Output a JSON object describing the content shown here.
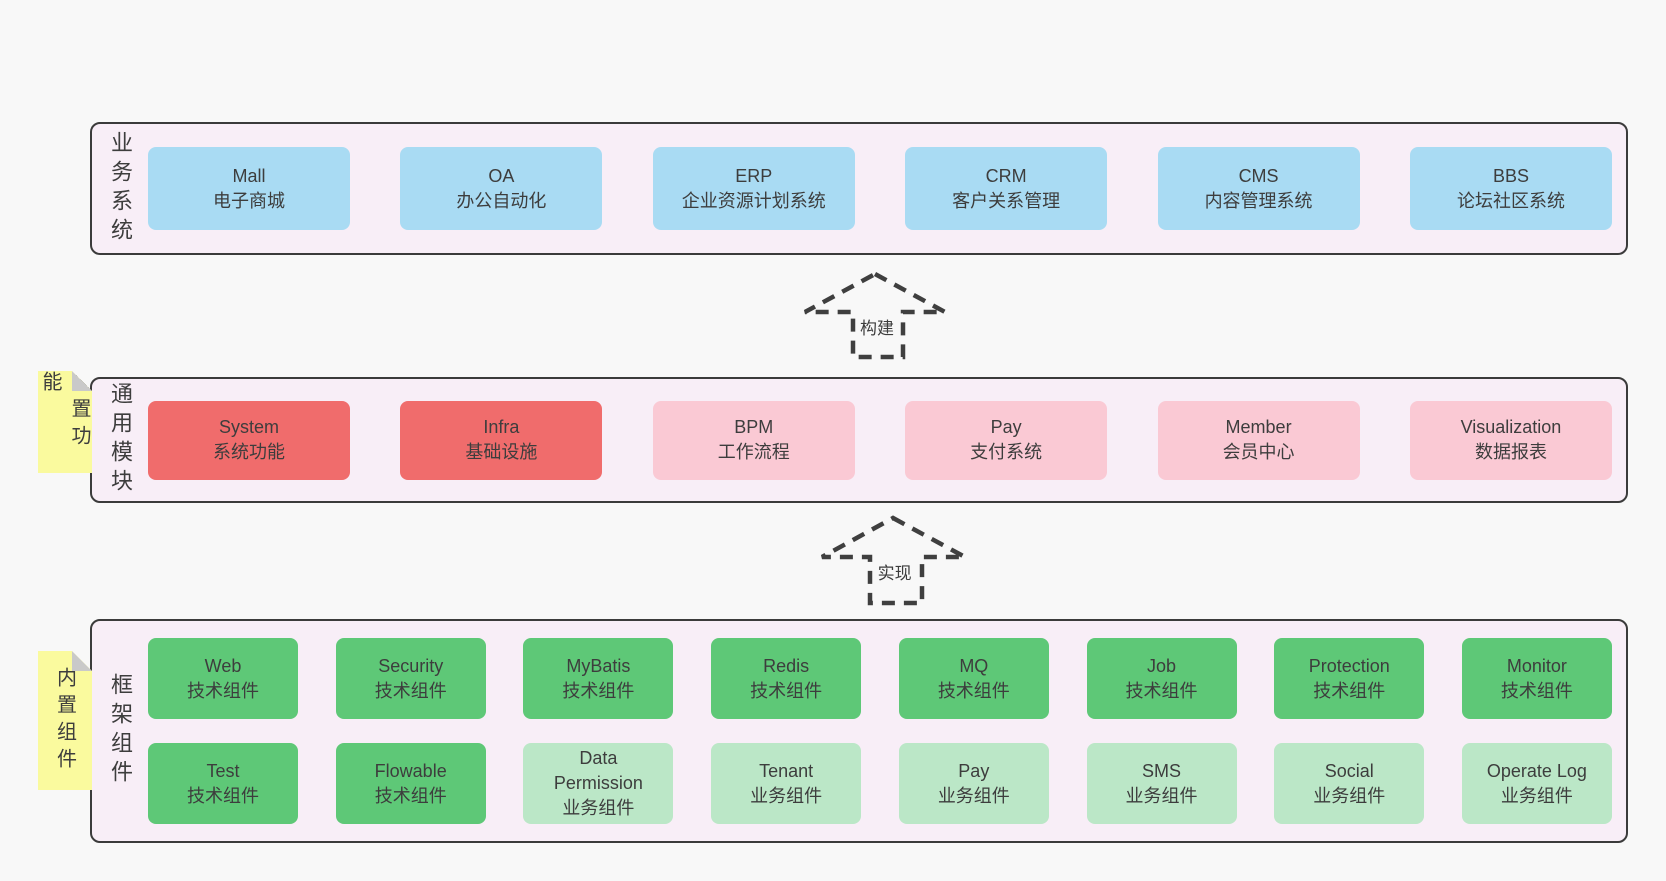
{
  "palette": {
    "page-bg": "#f8f8f8",
    "band-bg": "#f8eef7",
    "band-border": "#3b3b3b",
    "box-blue": "#a9dbf3",
    "box-red": "#f06c6c",
    "box-pink": "#fac9d4",
    "box-green": "#5ec877",
    "box-green-light": "#bbe7c7",
    "note-yellow": "#fafa9e",
    "note-fold": "#c9c9c9",
    "text": "#3d3d3d",
    "arrow": "#3f3f3f"
  },
  "bands": [
    {
      "label": "业务系统",
      "boxes": [
        {
          "name": "Mall",
          "desc": "电子商城"
        },
        {
          "name": "OA",
          "desc": "办公自动化"
        },
        {
          "name": "ERP",
          "desc": "企业资源计划系统"
        },
        {
          "name": "CRM",
          "desc": "客户关系管理"
        },
        {
          "name": "CMS",
          "desc": "内容管理系统"
        },
        {
          "name": "BBS",
          "desc": "论坛社区系统"
        }
      ]
    },
    {
      "label": "通用模块",
      "note": "内置功能",
      "boxes": [
        {
          "name": "System",
          "desc": "系统功能"
        },
        {
          "name": "Infra",
          "desc": "基础设施"
        },
        {
          "name": "BPM",
          "desc": "工作流程"
        },
        {
          "name": "Pay",
          "desc": "支付系统"
        },
        {
          "name": "Member",
          "desc": "会员中心"
        },
        {
          "name": "Visualization",
          "desc": "数据报表"
        }
      ]
    },
    {
      "label": "框架组件",
      "note": "内置组件",
      "rows": [
        [
          {
            "name": "Web",
            "desc": "技术组件"
          },
          {
            "name": "Security",
            "desc": "技术组件"
          },
          {
            "name": "MyBatis",
            "desc": "技术组件"
          },
          {
            "name": "Redis",
            "desc": "技术组件"
          },
          {
            "name": "MQ",
            "desc": "技术组件"
          },
          {
            "name": "Job",
            "desc": "技术组件"
          },
          {
            "name": "Protection",
            "desc": "技术组件"
          },
          {
            "name": "Monitor",
            "desc": "技术组件"
          }
        ],
        [
          {
            "name": "Test",
            "desc": "技术组件"
          },
          {
            "name": "Flowable",
            "desc": "技术组件"
          },
          {
            "name": "Data Permission",
            "desc": "业务组件"
          },
          {
            "name": "Tenant",
            "desc": "业务组件"
          },
          {
            "name": "Pay",
            "desc": "业务组件"
          },
          {
            "name": "SMS",
            "desc": "业务组件"
          },
          {
            "name": "Social",
            "desc": "业务组件"
          },
          {
            "name": "Operate Log",
            "desc": "业务组件"
          }
        ]
      ]
    }
  ],
  "arrows": [
    {
      "label": "构建"
    },
    {
      "label": "实现"
    }
  ]
}
